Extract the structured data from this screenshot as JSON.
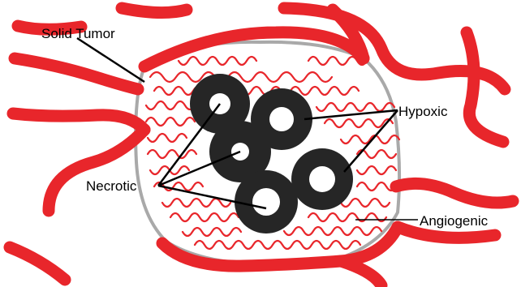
{
  "labels": {
    "solid_tumor": "Solid Tumor",
    "hypoxic": "Hypoxic",
    "necrotic": "Necrotic",
    "angiogenic": "Angiogenic"
  },
  "colors": {
    "vessel": "#e8262b",
    "tumor_boundary": "#a9a9a9",
    "cell_ring": "#262626",
    "cell_core": "#ffffff",
    "pointer": "#000000"
  }
}
